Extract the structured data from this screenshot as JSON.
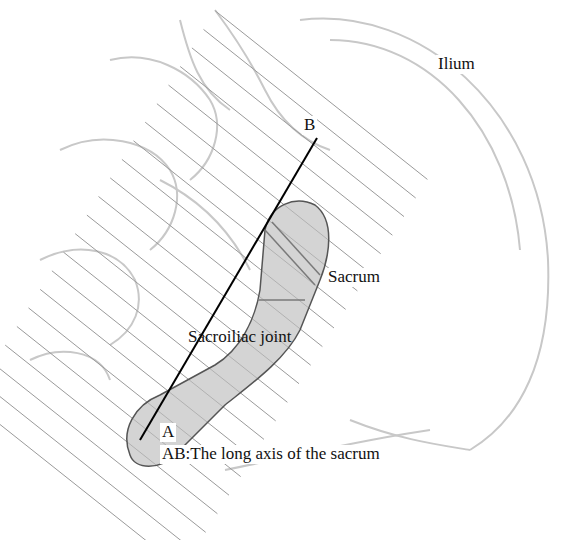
{
  "diagram": {
    "labels": [
      "Ilium",
      "B",
      "Sacrum",
      "Sacroiliac joint",
      "A",
      "AB:The long axis of the sacrum"
    ]
  }
}
